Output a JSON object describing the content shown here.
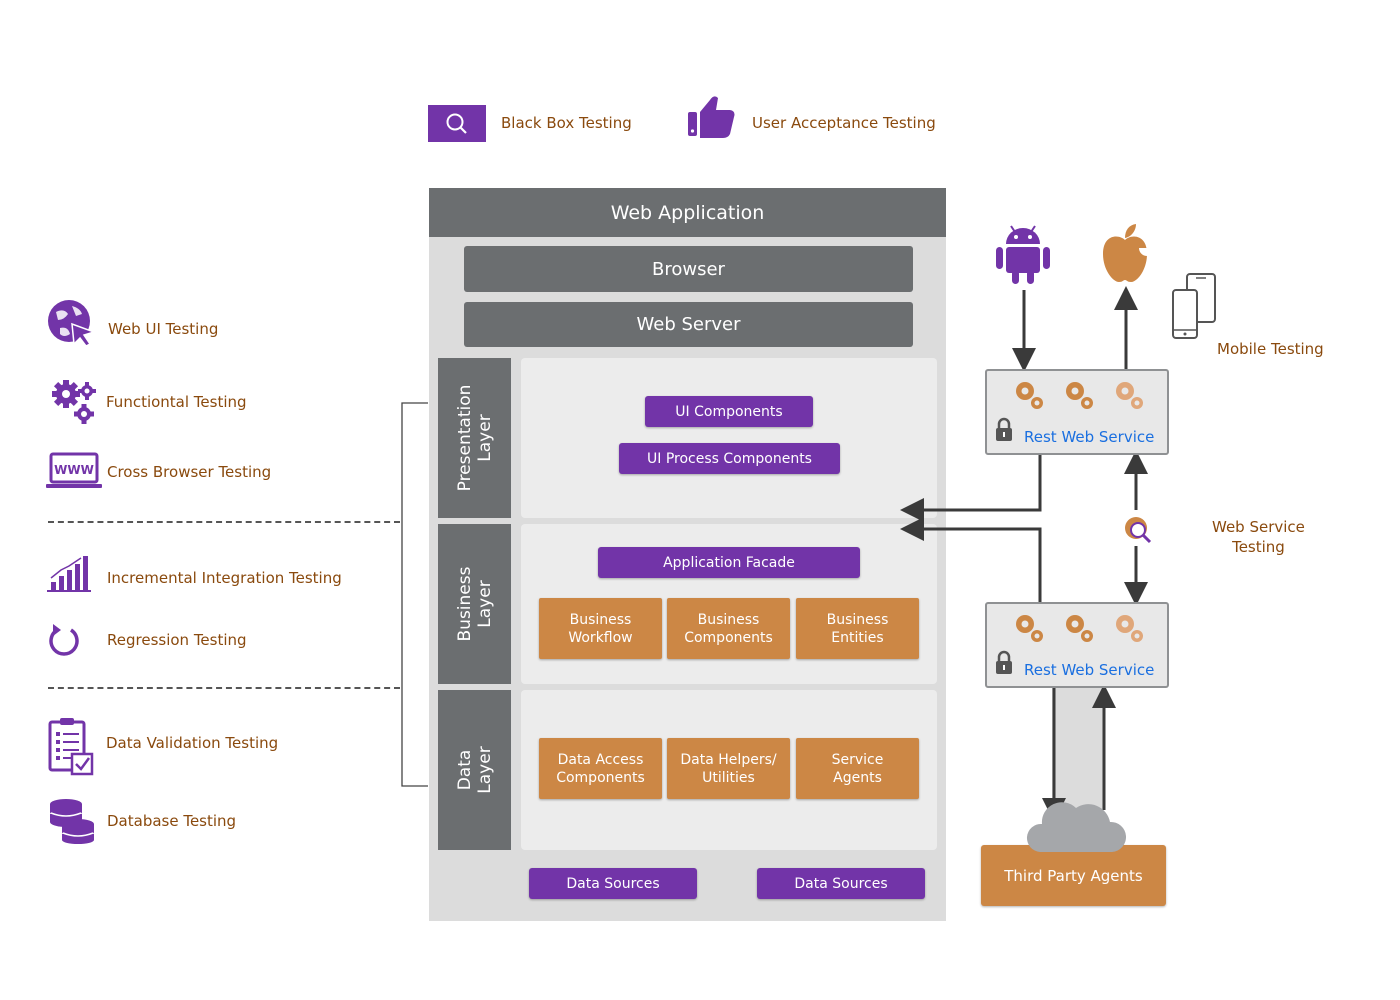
{
  "legend": {
    "black_box": "Black Box Testing",
    "user_acceptance": "User Acceptance Testing"
  },
  "left_tests": [
    {
      "icon": "globe-cursor-icon",
      "label": "Web UI Testing"
    },
    {
      "icon": "gears-icon",
      "label": "Functiontal Testing"
    },
    {
      "icon": "www-laptop-icon",
      "label": "Cross Browser  Testing"
    },
    {
      "icon": "bar-chart-icon",
      "label": "Incremental Integration Testing"
    },
    {
      "icon": "refresh-icon",
      "label": "Regression Testing"
    },
    {
      "icon": "checklist-icon",
      "label": "Data Validation Testing"
    },
    {
      "icon": "database-icon",
      "label": "Database Testing"
    }
  ],
  "web_app": {
    "title": "Web Application",
    "browser": "Browser",
    "web_server": "Web Server",
    "presentation": {
      "tab": "Presentation\nLayer",
      "ui_components": "UI Components",
      "ui_process": "UI Process Components"
    },
    "business": {
      "tab": "Business\nLayer",
      "facade": "Application Facade",
      "boxes": [
        "Business\nWorkflow",
        "Business\nComponents",
        "Business\nEntities"
      ]
    },
    "data": {
      "tab": "Data\nLayer",
      "boxes": [
        "Data Access\nComponents",
        "Data Helpers/\nUtilities",
        "Service\nAgents"
      ]
    },
    "sources": [
      "Data Sources",
      "Data Sources"
    ]
  },
  "right": {
    "mobile_testing": "Mobile Testing",
    "rest_top": "Rest Web Service",
    "rest_bottom": "Rest Web Service",
    "web_service_testing": "Web Service\nTesting",
    "third_party": "Third Party Agents"
  },
  "colors": {
    "purple": "#7234a8",
    "orange": "#cc8745",
    "gray": "#6b6e70",
    "label_brown": "#8a4a0e",
    "link_blue": "#1a6fe0"
  }
}
